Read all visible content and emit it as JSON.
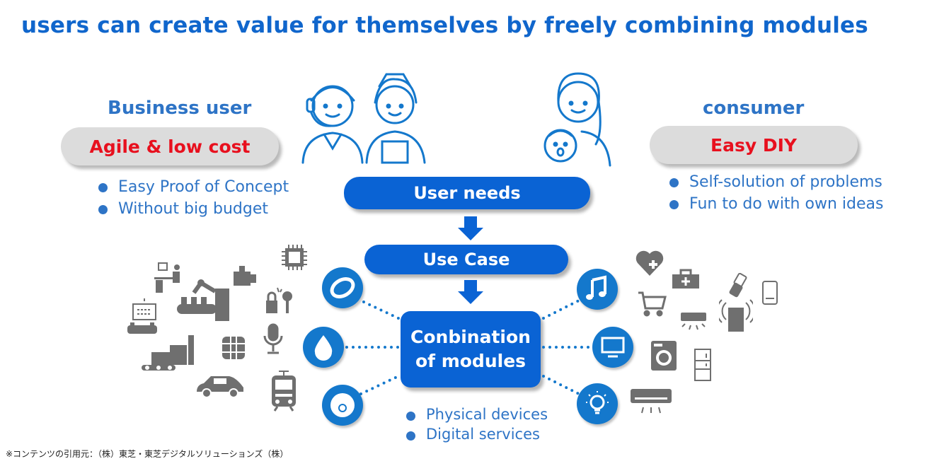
{
  "title": "users can create value for themselves by freely combining modules",
  "business": {
    "heading": "Business user",
    "pill": "Agile & low cost",
    "bullets": [
      "Easy Proof of Concept",
      "Without big budget"
    ]
  },
  "consumer": {
    "heading": "consumer",
    "pill": "Easy DIY",
    "bullets": [
      "Self-solution of problems",
      "Fun to do with own ideas"
    ]
  },
  "flow": {
    "user_needs": "User needs",
    "use_case": "Use Case",
    "modules_line1": "Conbination",
    "modules_line2": "of modules",
    "module_bullets": [
      "Physical devices",
      "Digital services"
    ]
  },
  "footer": "※コンテンツの引用元：（株）東芝・東芝デジタルソリューションズ（株）",
  "colors": {
    "accent": "#0a63d4",
    "title": "#1066cc",
    "text_blue": "#2e74c6",
    "red": "#e8101e",
    "icon_grey": "#6f6f6f"
  },
  "module_icons_left": [
    "ring-icon",
    "water-drop-icon",
    "sensor-disc-icon"
  ],
  "module_icons_right": [
    "music-note-icon",
    "monitor-icon",
    "lightbulb-icon"
  ],
  "business_icons": [
    "chip-icon",
    "worker-desk-icon",
    "robot-arm-icon",
    "cylinder-icon",
    "lock-key-icon",
    "kiosk-icon",
    "controller-icon",
    "sim-card-icon",
    "microphone-icon",
    "factory-icon",
    "car-icon",
    "train-icon"
  ],
  "consumer_icons": [
    "heart-plus-icon",
    "medical-bag-icon",
    "phone-icon",
    "smartphone-icon",
    "cart-icon",
    "ceiling-light-icon",
    "speaker-icon",
    "washer-icon",
    "fridge-icon",
    "air-conditioner-icon"
  ]
}
